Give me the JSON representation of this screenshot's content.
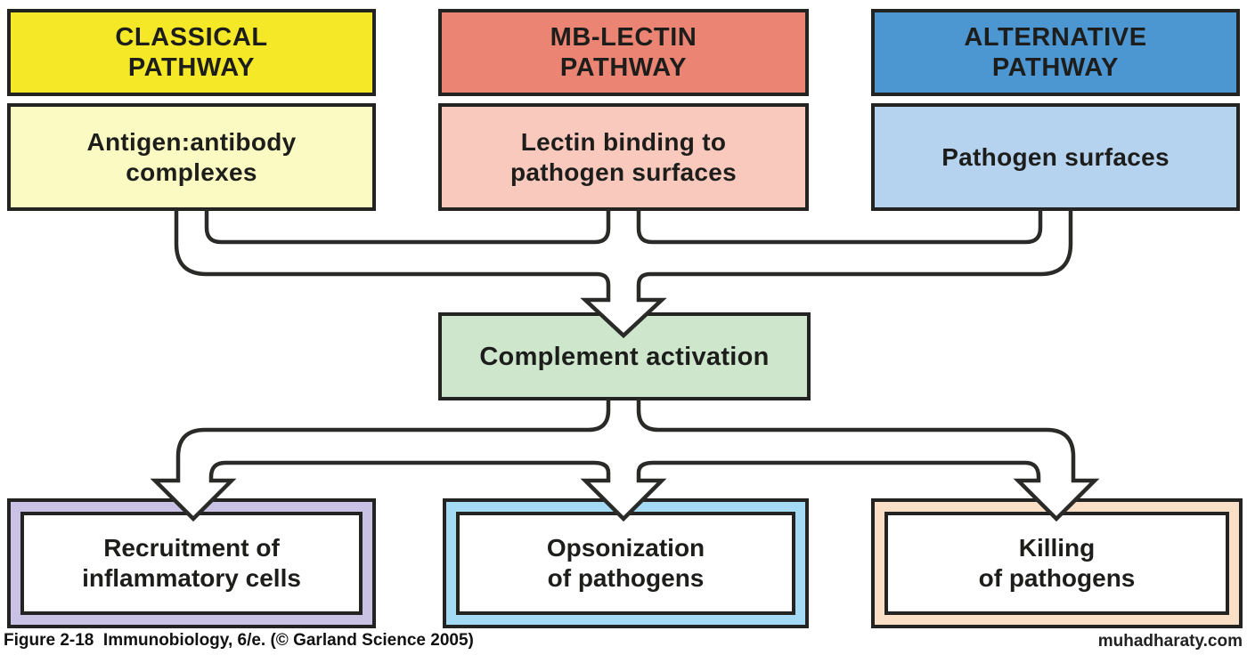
{
  "figure": {
    "caption": "Figure 2-18  Immunobiology, 6/e. (© Garland Science 2005)",
    "watermark": "muhadharaty.com"
  },
  "pathways": [
    {
      "id": "classical",
      "title_lines": [
        "CLASSICAL",
        "PATHWAY"
      ],
      "trigger_lines": [
        "Antigen:antibody",
        "complexes"
      ],
      "header_color": "#f5e927",
      "trigger_color": "#fafac2"
    },
    {
      "id": "mb-lectin",
      "title_lines": [
        "MB-LECTIN",
        "PATHWAY"
      ],
      "trigger_lines": [
        "Lectin binding to",
        "pathogen surfaces"
      ],
      "header_color": "#eb8472",
      "trigger_color": "#f8c9bc"
    },
    {
      "id": "alternative",
      "title_lines": [
        "ALTERNATIVE",
        "PATHWAY"
      ],
      "trigger_lines": [
        "Pathogen surfaces"
      ],
      "header_color": "#4c96d2",
      "trigger_color": "#b5d2ee"
    }
  ],
  "hub": {
    "label": "Complement activation",
    "color": "#cde6cc"
  },
  "outcomes": [
    {
      "lines": [
        "Recruitment of",
        "inflammatory cells"
      ],
      "frame_color": "#c9c2e4"
    },
    {
      "lines": [
        "Opsonization",
        "of pathogens"
      ],
      "frame_color": "#a5daf5"
    },
    {
      "lines": [
        "Killing",
        "of pathogens"
      ],
      "frame_color": "#f8dfc5"
    }
  ],
  "colors": {
    "line": "#2a2a28",
    "text": "#1d1d1b"
  }
}
